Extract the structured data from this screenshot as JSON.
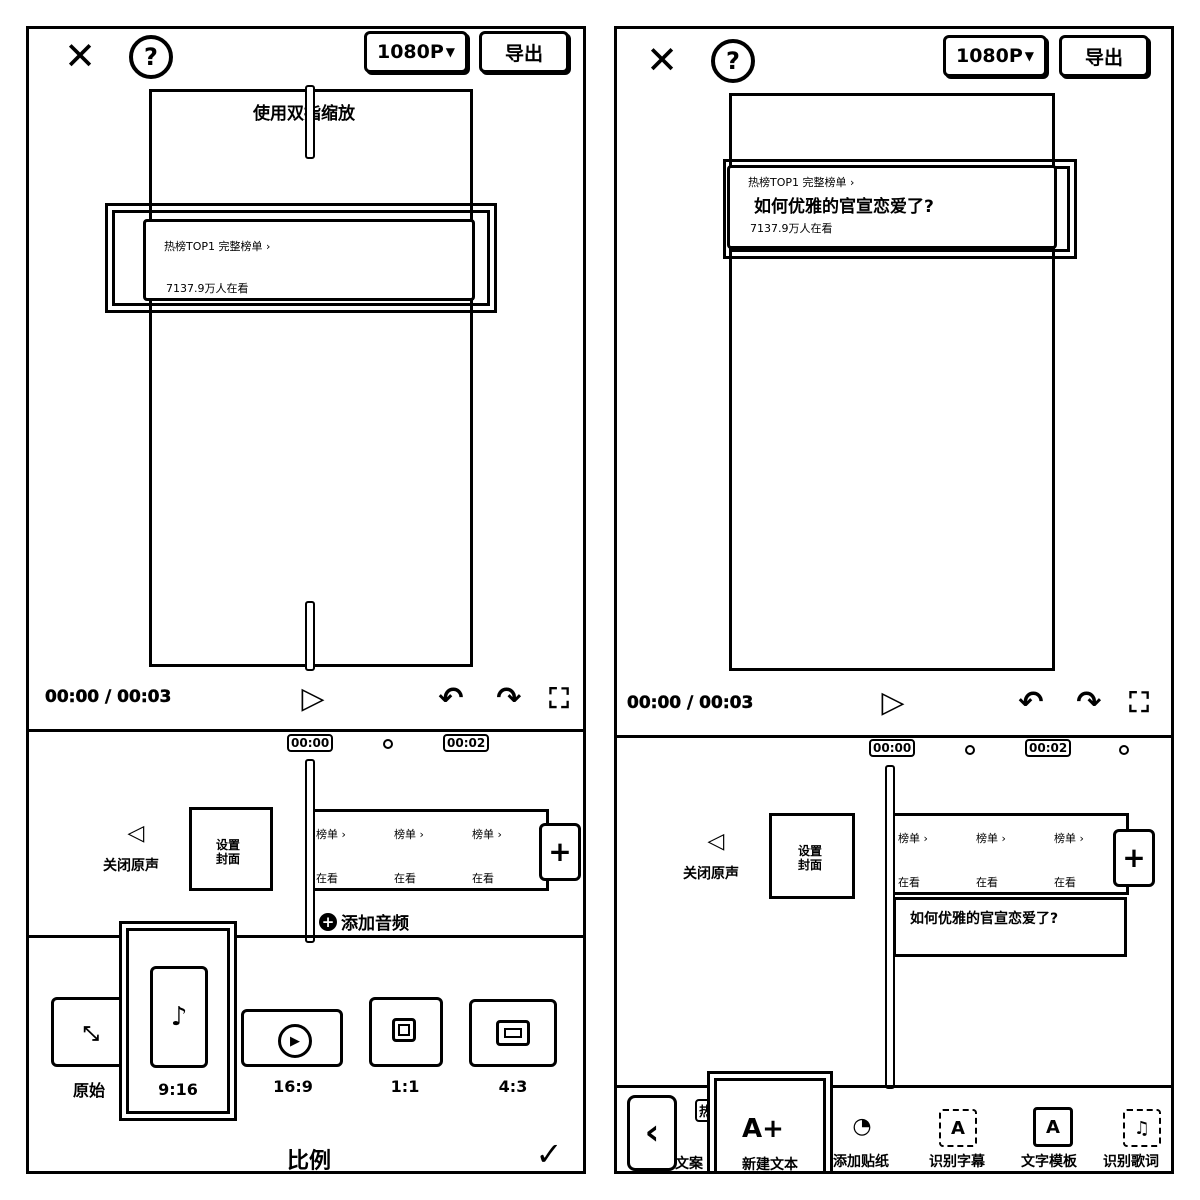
{
  "left": {
    "toolbar": {
      "resolution": "1080P",
      "export": "导出"
    },
    "canvas": {
      "pinch_hint": "使用双指缩放"
    },
    "card": {
      "hot_line": "热榜TOP1  完整榜单 ›",
      "online_line": "7137.9万人在看"
    },
    "player": {
      "time": "00:00 / 00:03"
    },
    "timeline": {
      "tick_0": "00:00",
      "tick_2": "00:02",
      "mute_label": "关闭原声",
      "cover_label": "设置封面",
      "add_audio": "添加音频",
      "frame_top": "榜单 ›",
      "frame_bottom": "在看",
      "add_icon": "+"
    },
    "ratio": {
      "options": [
        {
          "label": "原始"
        },
        {
          "label": "9:16"
        },
        {
          "label": "16:9"
        },
        {
          "label": "1:1"
        },
        {
          "label": "4:3"
        }
      ],
      "title": "比例"
    }
  },
  "right": {
    "toolbar": {
      "resolution": "1080P",
      "export": "导出"
    },
    "card": {
      "hot_line": "热榜TOP1  完整榜单 ›",
      "headline": "如何优雅的官宣恋爱了?",
      "online_line": "7137.9万人在看"
    },
    "player": {
      "time": "00:00 / 00:03"
    },
    "timeline": {
      "tick_0": "00:00",
      "tick_2": "00:02",
      "mute_label": "关闭原声",
      "cover_label": "设置封面",
      "text_clip": "如何优雅的官宣恋爱了?",
      "frame_top": "榜单 ›",
      "frame_bottom": "在看",
      "add_icon": "+"
    },
    "tools": {
      "partial_label": "文案",
      "partial_badge": "热点",
      "new_text": "新建文本",
      "sticker": "添加贴纸",
      "recognize_subtitle": "识别字幕",
      "text_template": "文字模板",
      "recognize_lyrics": "识别歌词"
    }
  },
  "icons": {
    "close": "✕",
    "help": "?",
    "play": "▷",
    "undo": "↶",
    "redo": "↷",
    "fullscreen": "⛶",
    "confirm": "✓",
    "back": "‹"
  }
}
